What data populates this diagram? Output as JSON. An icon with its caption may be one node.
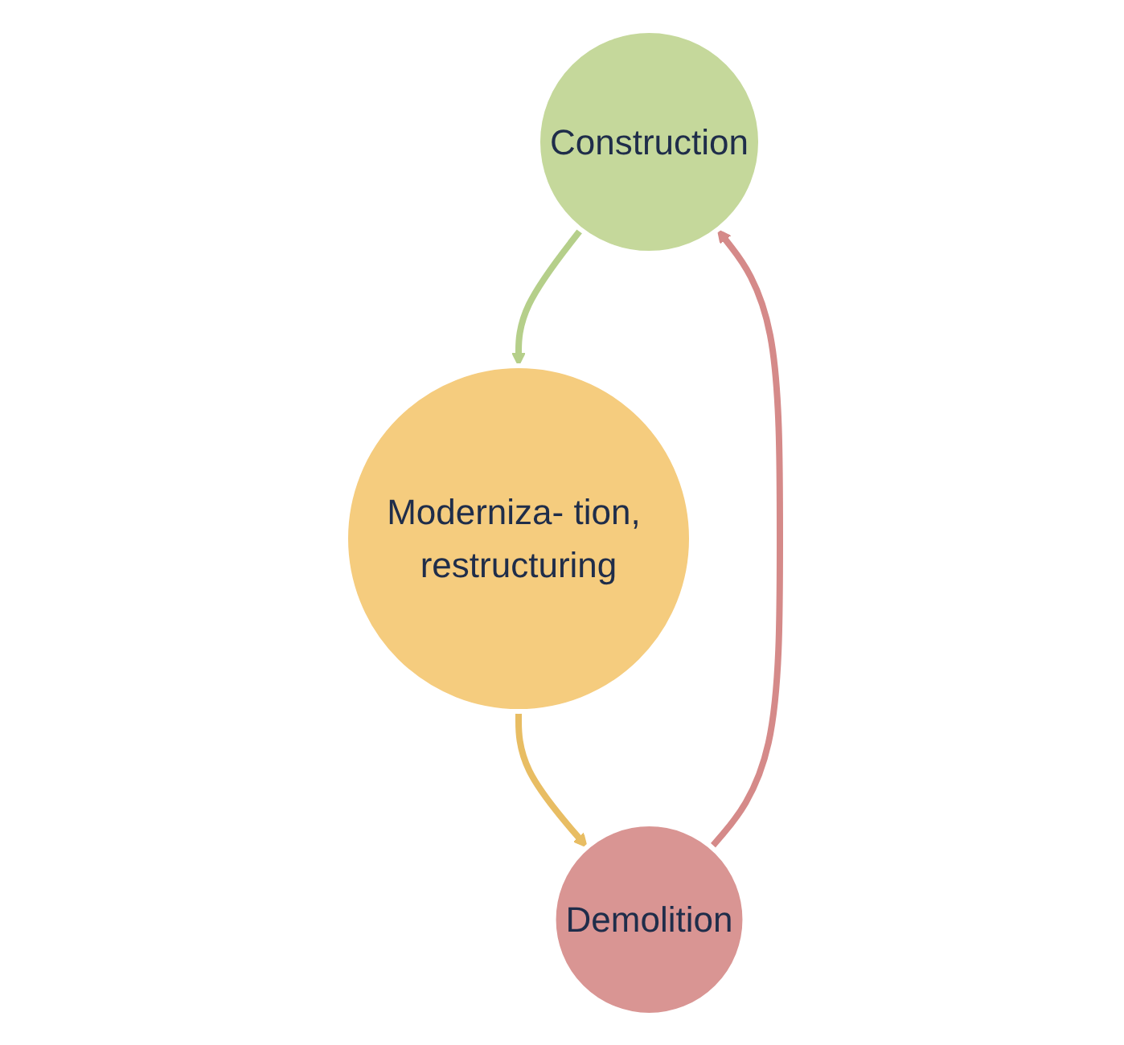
{
  "diagram": {
    "nodes": [
      {
        "text": [
          "Construction"
        ]
      },
      {
        "text": [
          "Moderniza- tion, restructuring"
        ]
      },
      {
        "text": [
          "Demolition"
        ]
      }
    ],
    "edges": [
      {
        "from": 0,
        "to": 1,
        "arrow": "to",
        "color": "#b5cf8a"
      },
      {
        "from": 1,
        "to": 2,
        "arrow": "to",
        "color": "#e8bd63"
      },
      {
        "from": 2,
        "to": 0,
        "arrow": "to",
        "color": "#d58a89"
      }
    ]
  }
}
